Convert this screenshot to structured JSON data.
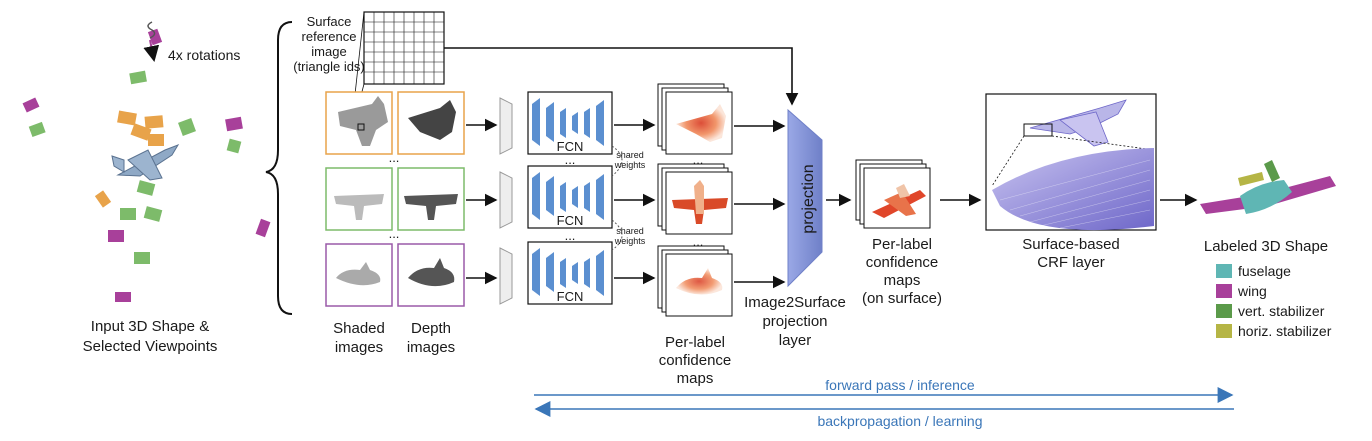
{
  "left": {
    "rotations_label": "4x rotations",
    "caption_line1": "Input 3D Shape &",
    "caption_line2": "Selected Viewpoints"
  },
  "surface_ref": {
    "line1": "Surface",
    "line2": "reference",
    "line3": "image",
    "line4": "(triangle ids)"
  },
  "ellipsis": "...",
  "columns": {
    "shaded_line1": "Shaded",
    "shaded_line2": "images",
    "depth_line1": "Depth",
    "depth_line2": "images"
  },
  "fcn_label": "FCN",
  "shared_weights": {
    "line1": "shared",
    "line2": "weights"
  },
  "conf_maps": {
    "line1": "Per-label",
    "line2": "confidence",
    "line3": "maps"
  },
  "projection": {
    "block_label": "projection",
    "caption_line1": "Image2Surface",
    "caption_line2": "projection",
    "caption_line3": "layer"
  },
  "surface_maps": {
    "line1": "Per-label",
    "line2": "confidence",
    "line3": "maps",
    "line4": "(on surface)"
  },
  "crf": {
    "line1": "Surface-based",
    "line2": "CRF layer"
  },
  "output": {
    "title": "Labeled 3D Shape",
    "legend": [
      {
        "label": "fuselage",
        "color": "#5fb6b4"
      },
      {
        "label": "wing",
        "color": "#a8409a"
      },
      {
        "label": "vert. stabilizer",
        "color": "#5b9a4a"
      },
      {
        "label": "horiz. stabilizer",
        "color": "#b5b545"
      }
    ]
  },
  "passes": {
    "forward": "forward pass / inference",
    "backward": "backpropagation / learning"
  },
  "colors": {
    "row_orange": "#e8a34a",
    "row_green": "#7dbb6a",
    "row_purple": "#9a5aa8",
    "fcn_blue": "#5b8fd0",
    "projection_blue": "#8a9ad8",
    "arrow_blue": "#3a76b8"
  }
}
